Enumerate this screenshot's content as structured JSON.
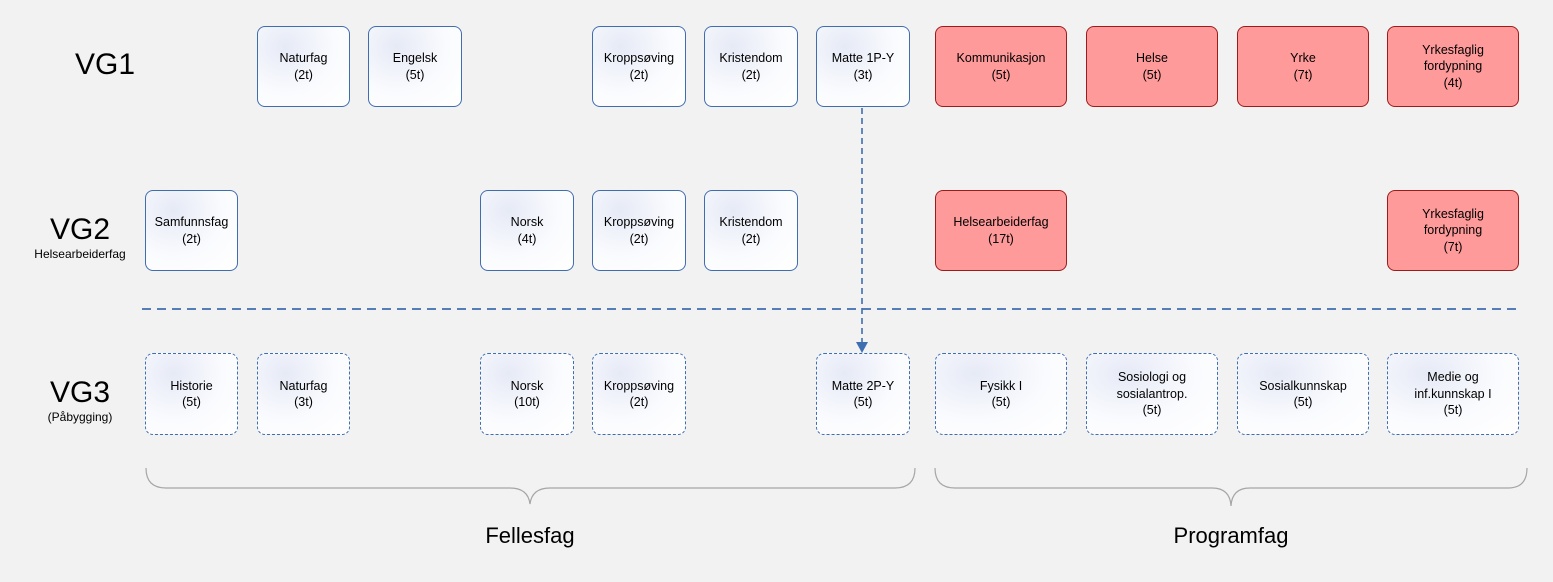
{
  "rows": {
    "vg1": {
      "label": "VG1",
      "sublabel": ""
    },
    "vg2": {
      "label": "VG2",
      "sublabel": "Helsearbeiderfag"
    },
    "vg3": {
      "label": "VG3",
      "sublabel": "(Påbygging)"
    }
  },
  "subjects": {
    "vg1_naturfag": {
      "name": "Naturfag",
      "hours": "(2t)"
    },
    "vg1_engelsk": {
      "name": "Engelsk",
      "hours": "(5t)"
    },
    "vg1_kroppsoving": {
      "name": "Kroppsøving",
      "hours": "(2t)"
    },
    "vg1_kristendom": {
      "name": "Kristendom",
      "hours": "(2t)"
    },
    "vg1_matte": {
      "name": "Matte 1P-Y",
      "hours": "(3t)"
    },
    "vg1_kommunikasjon": {
      "name": "Kommunikasjon",
      "hours": "(5t)"
    },
    "vg1_helse": {
      "name": "Helse",
      "hours": "(5t)"
    },
    "vg1_yrke": {
      "name": "Yrke",
      "hours": "(7t)"
    },
    "vg1_yrkesfaglig": {
      "name1": "Yrkesfaglig",
      "name2": "fordypning",
      "hours": "(4t)"
    },
    "vg2_samfunnsfag": {
      "name": "Samfunnsfag",
      "hours": "(2t)"
    },
    "vg2_norsk": {
      "name": "Norsk",
      "hours": "(4t)"
    },
    "vg2_kroppsoving": {
      "name": "Kroppsøving",
      "hours": "(2t)"
    },
    "vg2_kristendom": {
      "name": "Kristendom",
      "hours": "(2t)"
    },
    "vg2_helsearbeiderfag": {
      "name": "Helsearbeiderfag",
      "hours": "(17t)"
    },
    "vg2_yrkesfaglig": {
      "name1": "Yrkesfaglig",
      "name2": "fordypning",
      "hours": "(7t)"
    },
    "vg3_historie": {
      "name": "Historie",
      "hours": "(5t)"
    },
    "vg3_naturfag": {
      "name": "Naturfag",
      "hours": "(3t)"
    },
    "vg3_norsk": {
      "name": "Norsk",
      "hours": "(10t)"
    },
    "vg3_kroppsoving": {
      "name": "Kroppsøving",
      "hours": "(2t)"
    },
    "vg3_matte": {
      "name": "Matte 2P-Y",
      "hours": "(5t)"
    },
    "vg3_fysikk": {
      "name": "Fysikk I",
      "hours": "(5t)"
    },
    "vg3_sosiologi": {
      "name1": "Sosiologi og",
      "name2": "sosialantrop.",
      "hours": "(5t)"
    },
    "vg3_sosialkunnskap": {
      "name": "Sosialkunnskap",
      "hours": "(5t)"
    },
    "vg3_medie": {
      "name1": "Medie og",
      "name2": "inf.kunnskap I",
      "hours": "(5t)"
    }
  },
  "groups": {
    "fellesfag": "Fellesfag",
    "programfag": "Programfag"
  },
  "colors": {
    "felles_border": "#3f6eb0",
    "program_fill": "#ff9a9a",
    "program_border": "#9c1c1c",
    "background": "#f2f2f2"
  }
}
